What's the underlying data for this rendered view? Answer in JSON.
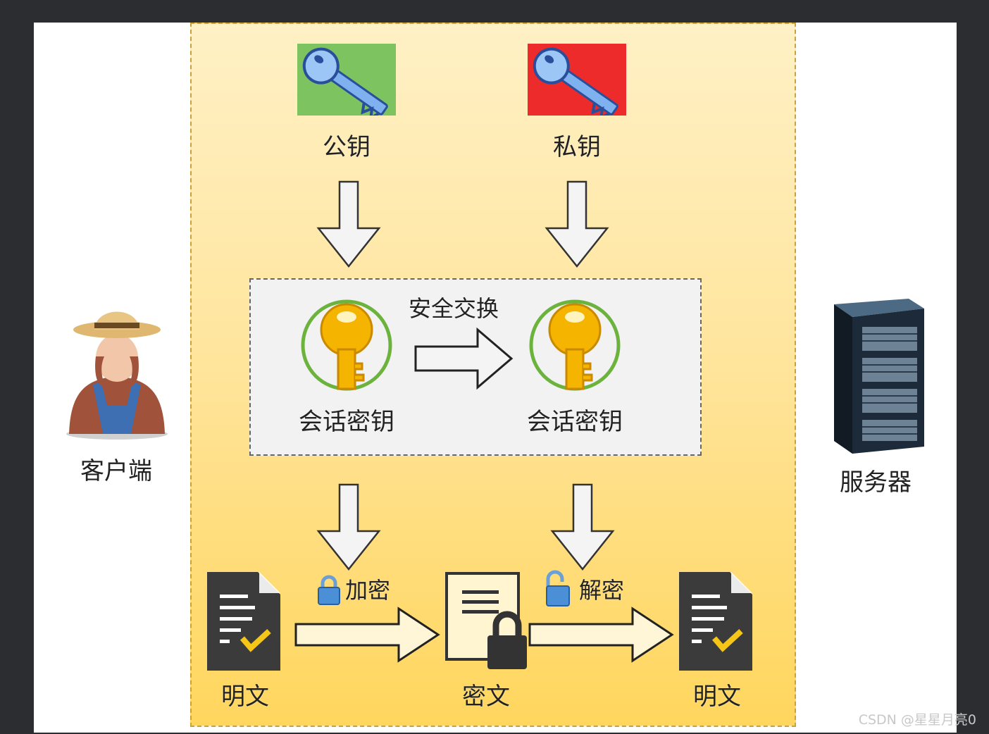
{
  "public_key": {
    "label": "公钥",
    "color": "#7dc461"
  },
  "private_key": {
    "label": "私钥",
    "color": "#ee2b2b"
  },
  "secure_exchange": {
    "label": "安全交换"
  },
  "session_key_client": {
    "label": "会话密钥"
  },
  "session_key_server": {
    "label": "会话密钥"
  },
  "client": {
    "label": "客户端",
    "icon": "farmer-avatar-icon"
  },
  "server": {
    "label": "服务器",
    "icon": "server-rack-icon"
  },
  "encrypt": {
    "label": "加密",
    "icon": "lock-closed-icon"
  },
  "decrypt": {
    "label": "解密",
    "icon": "lock-open-icon"
  },
  "plaintext_left": {
    "label": "明文"
  },
  "ciphertext": {
    "label": "密文"
  },
  "plaintext_right": {
    "label": "明文"
  },
  "watermark": "CSDN @星星月亮0"
}
